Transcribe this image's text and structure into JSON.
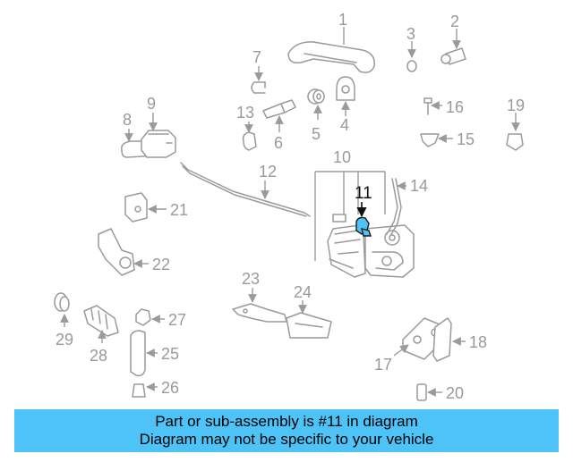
{
  "callouts": [
    "1",
    "2",
    "3",
    "4",
    "5",
    "6",
    "7",
    "8",
    "9",
    "10",
    "11",
    "12",
    "13",
    "14",
    "15",
    "16",
    "17",
    "18",
    "19",
    "20",
    "21",
    "22",
    "23",
    "24",
    "25",
    "26",
    "27",
    "28",
    "29"
  ],
  "highlighted_part": "11",
  "banner": {
    "line1": "Part or sub-assembly is #11 in diagram",
    "line2": "Diagram may not be specific to your vehicle"
  },
  "colors": {
    "highlight": "#4fc3f7",
    "banner": "#4dc3f7",
    "linework": "#9a9a9a"
  }
}
